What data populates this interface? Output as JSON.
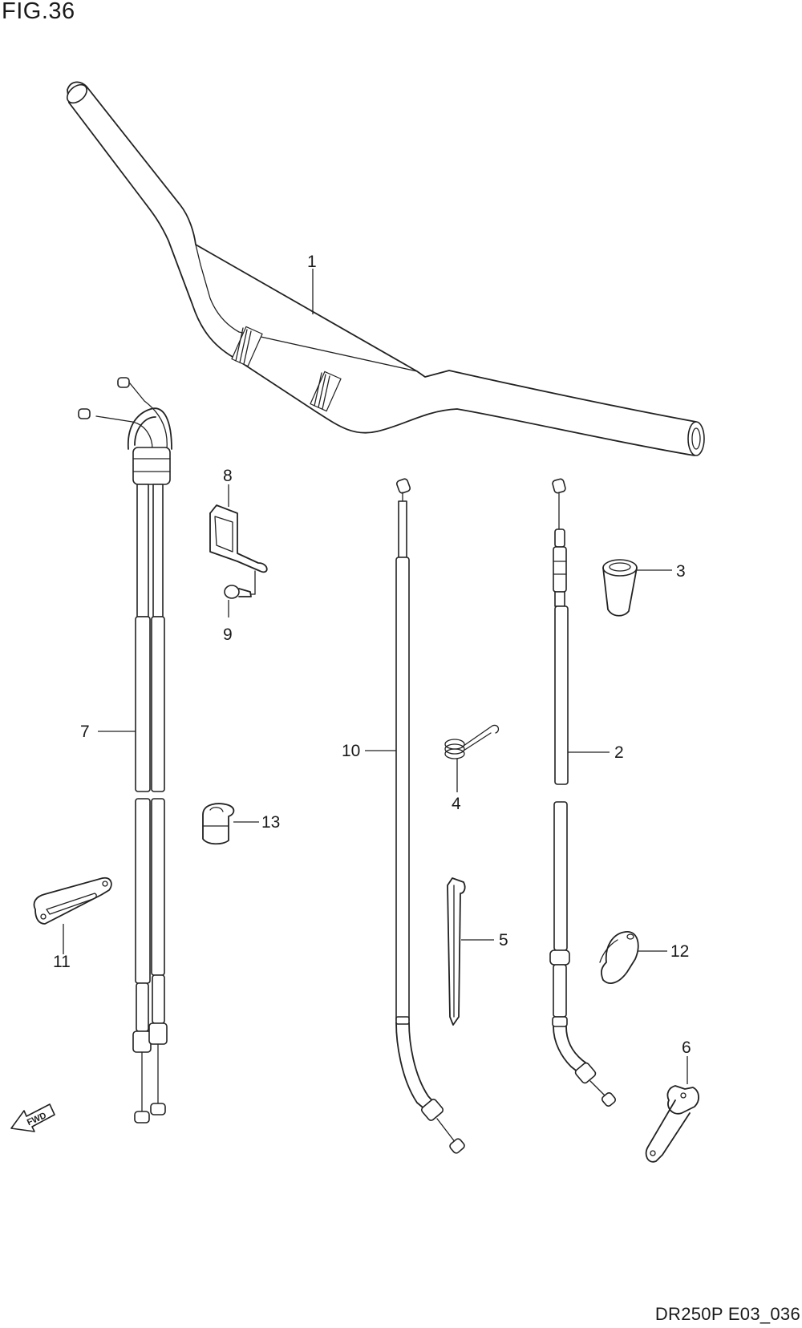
{
  "figure": {
    "title": "FIG.36"
  },
  "footer": {
    "code": "DR250P E03_036"
  },
  "callouts": {
    "handlebar": "1",
    "clutch_cable": "2",
    "clutch_lever_cover": "3",
    "spring": "4",
    "strap": "5",
    "lever_holder": "6",
    "throttle_cable": "7",
    "cable_guide": "8",
    "screw": "9",
    "front_brake_cable": "10",
    "clamp": "11",
    "bracket_cover": "12",
    "cable_clamp": "13"
  },
  "direction_arrow": {
    "label": "FWD"
  }
}
